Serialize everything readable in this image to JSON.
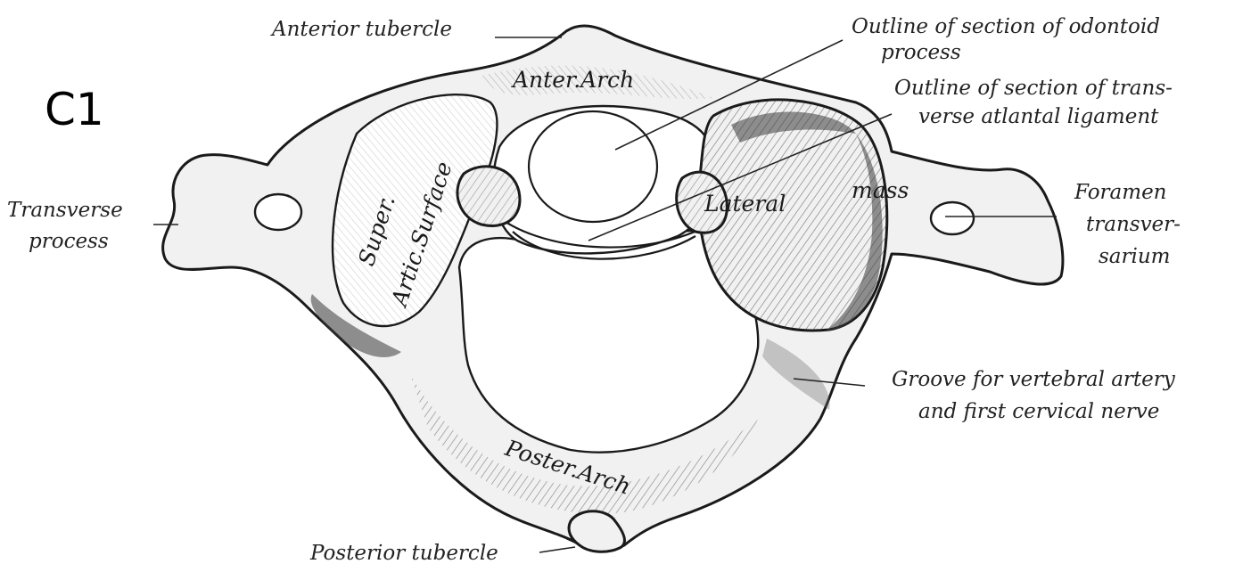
{
  "title": "C1",
  "labels": {
    "anterior_tubercle": "Anterior tubercle",
    "odontoid_line1": "Outline of section of odontoid",
    "odontoid_line2": "process",
    "ligament_line1": "Outline of section of trans-",
    "ligament_line2": "verse atlantal ligament",
    "transverse_line1": "Transverse",
    "transverse_line2": "process",
    "foramen_line1": "Foramen",
    "foramen_line2": "transver-",
    "foramen_line3": "sarium",
    "groove_line1": "Groove for vertebral artery",
    "groove_line2": "and first cervical nerve",
    "posterior_tubercle": "Posterior tubercle"
  },
  "internal_labels": {
    "anter_arch": "Anter.Arch",
    "super": "Super.",
    "artic_surface": "Artic.Surface",
    "lateral": "Lateral",
    "mass": "mass",
    "poster_arch": "Poster.Arch"
  }
}
